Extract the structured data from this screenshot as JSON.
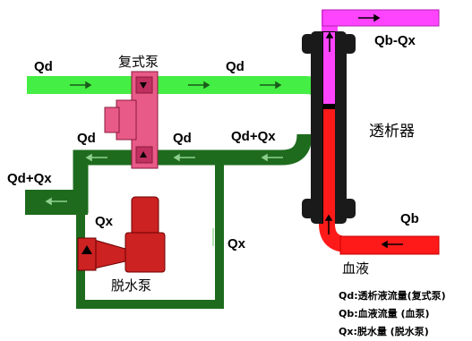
{
  "labels": {
    "qd_left": "Qd",
    "qd_right": "Qd",
    "qd_lower_left": "Qd",
    "qd_lower_mid": "Qd",
    "qd_plus_qx_mid": "Qd+Qx",
    "qd_plus_qx_left": "Qd+Qx",
    "qb_minus_qx": "Qb-Qx",
    "qb": "Qb",
    "qx_left": "Qx",
    "qx_right": "Qx",
    "compound_pump": "复式泵",
    "dialyzer": "透析器",
    "blood": "血液",
    "ultrafiltration_pump": "脱水泵"
  },
  "legend": [
    "Qd:透析液流量(复式泵)",
    "Qb:血液流量 (血泵)",
    "Qx:脱水量 (脱水泵)"
  ],
  "colors": {
    "fresh_dialysate": "#44ee44",
    "used_dialysate": "#1e6b1e",
    "blood": "#ff1a1a",
    "blood_out": "#ff44ff",
    "pump": "#e85a88",
    "uf_pump": "#cc2222",
    "dialyzer_body": "#1a1a1a"
  }
}
